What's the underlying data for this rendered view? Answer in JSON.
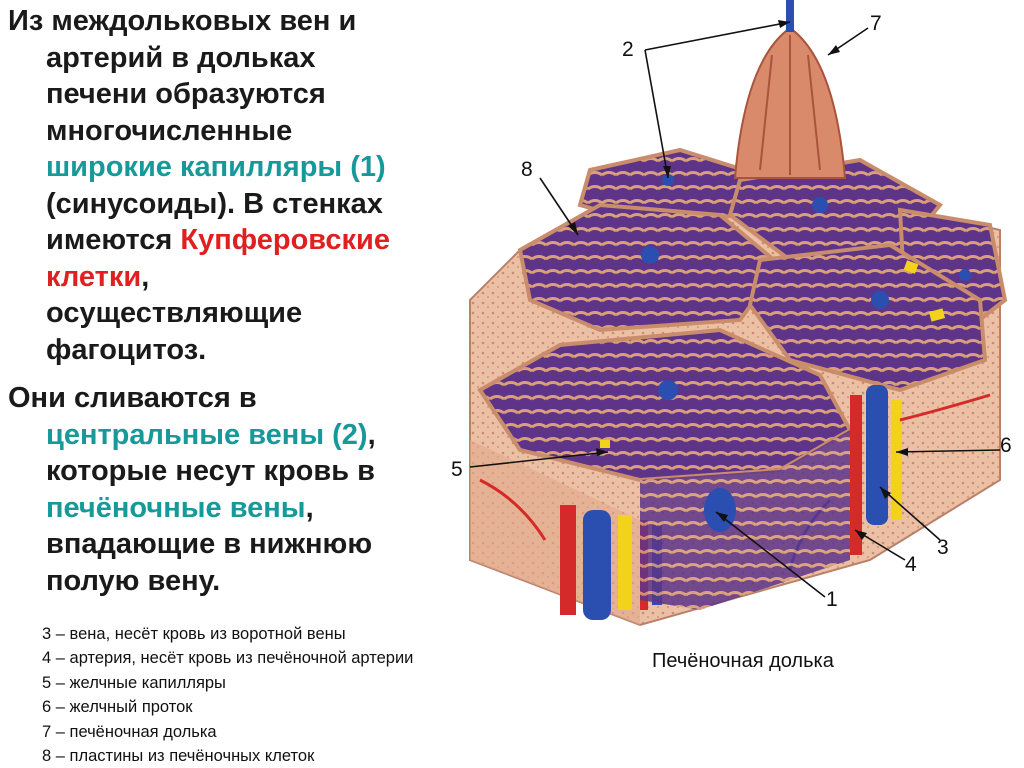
{
  "paragraph1": {
    "line1": "Из междольковых вен и",
    "line2": "артерий в дольках",
    "line3": "печени образуются",
    "line4": "многочисленные",
    "teal1": "широкие капилляры (1)",
    "line6": "(синусоиды). В стенках",
    "line7a": "имеются ",
    "red1": "Купферовские",
    "red2": "клетки",
    "line8b": ",",
    "line9": "осуществляющие",
    "line10": "фагоцитоз."
  },
  "paragraph2": {
    "line1": "Они сливаются в",
    "teal1": "центральные вены (2)",
    "line2b": ",",
    "line3": "которые несут кровь в",
    "teal2": "печёночные вены",
    "line4b": ",",
    "line5": "впадающие в нижнюю",
    "line6": "полую вену."
  },
  "legend": [
    "3 – вена, несёт кровь из воротной вены",
    "4 – артерия, несёт кровь из печёночной артерии",
    "5 – желчные капилляры",
    "6 – желчный проток",
    "7 – печёночная долька",
    "8 – пластины из печёночных клеток"
  ],
  "diagram": {
    "caption": "Печёночная долька",
    "labels": {
      "n1": "1",
      "n2": "2",
      "n3": "3",
      "n4": "4",
      "n5": "5",
      "n6": "6",
      "n7": "7",
      "n8": "8"
    },
    "colors": {
      "lobule_fill": "#6b3a8c",
      "plate_fill": "#d9a07a",
      "vein_blue": "#2a4fb0",
      "artery_red": "#d42a2a",
      "duct_yellow": "#f2d21a",
      "tissue": "#e8b79a"
    }
  }
}
